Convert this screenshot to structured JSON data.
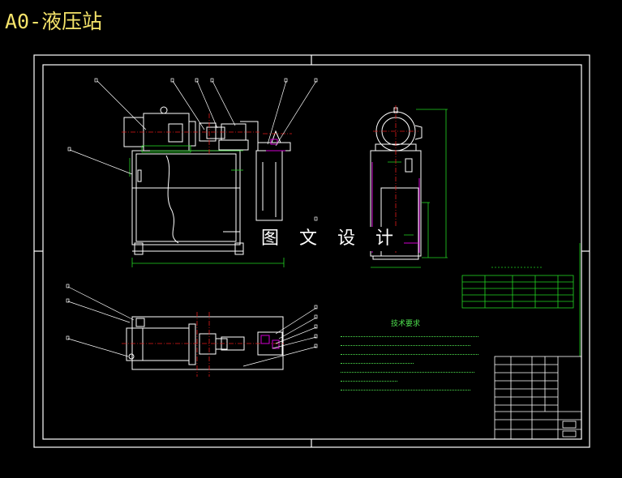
{
  "title": "A0-液压站",
  "watermark": "图 文 设 计",
  "notes_title": "技术要求",
  "colors": {
    "frame": "#ffffff",
    "part": "#ffffff",
    "dimension": "#22d622",
    "centerline": "#e01818",
    "hidden": "#d000d0",
    "leader": "#ffffff",
    "title_text": "#f5e36a"
  }
}
